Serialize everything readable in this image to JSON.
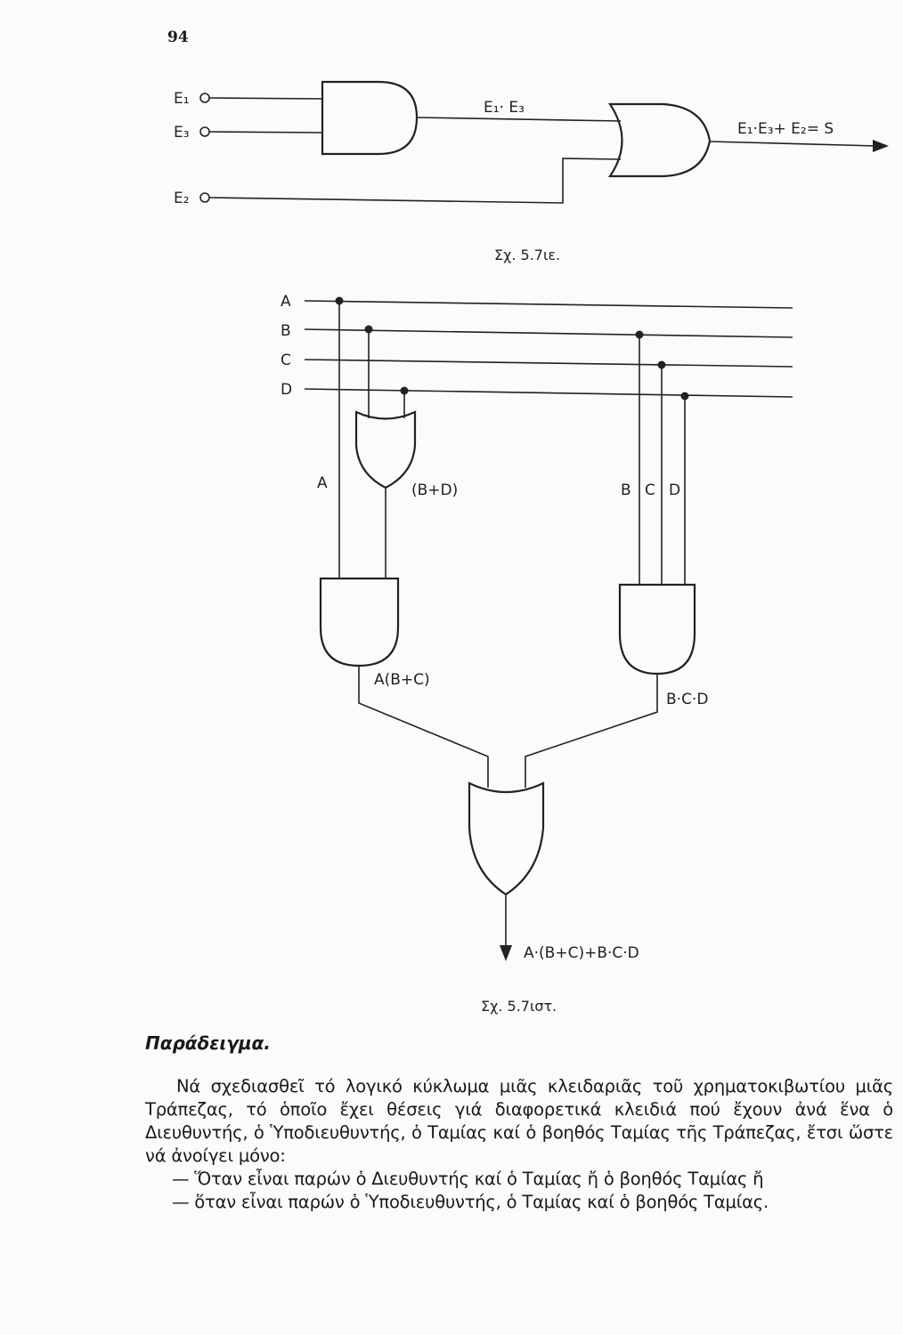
{
  "page_number": "94",
  "figure1": {
    "inputs": [
      "E₁",
      "E₃",
      "E₂"
    ],
    "and_output_label": "E₁· E₃",
    "or_output_label": "E₁·E₃+ E₂= S",
    "caption": "Σχ. 5.7ιε."
  },
  "figure2": {
    "bus_labels": [
      "A",
      "B",
      "C",
      "D"
    ],
    "label_a": "A",
    "label_b_plus_d": "(B+D)",
    "label_b": "B",
    "label_c": "C",
    "label_d": "D",
    "label_left_and": "A(B+C)",
    "label_right_and": "B·C·D",
    "label_output": "A·(B+C)+B·C·D",
    "caption": "Σχ. 5.7ιστ."
  },
  "example": {
    "heading": "Παράδειγμα.",
    "paragraph": "Νά σχεδιασθεῖ τό λογικό κύκλωμα μιᾶς κλειδαριᾶς τοῦ χρηματοκιβωτίου μιᾶς Τράπεζας, τό ὁποῖο ἔχει θέσεις γιά διαφορετικά κλειδιά πού ἔχουν ἀνά ἕνα ὁ Διευθυντής, ὁ Ὑποδιευθυντής, ὁ Ταμίας καί ὁ βοηθός Ταμίας τῆς Τράπεζας, ἔτσι ὥστε νά ἀνοίγει μόνο:",
    "items": [
      "— Ὅταν εἶναι παρών ὁ Διευθυντής καί ὁ Ταμίας ἤ ὁ βοηθός Ταμίας ἤ",
      "— ὅταν εἶναι παρών ὁ Ὑποδιευθυντής, ὁ Ταμίας καί ὁ βοηθός Ταμίας."
    ]
  }
}
